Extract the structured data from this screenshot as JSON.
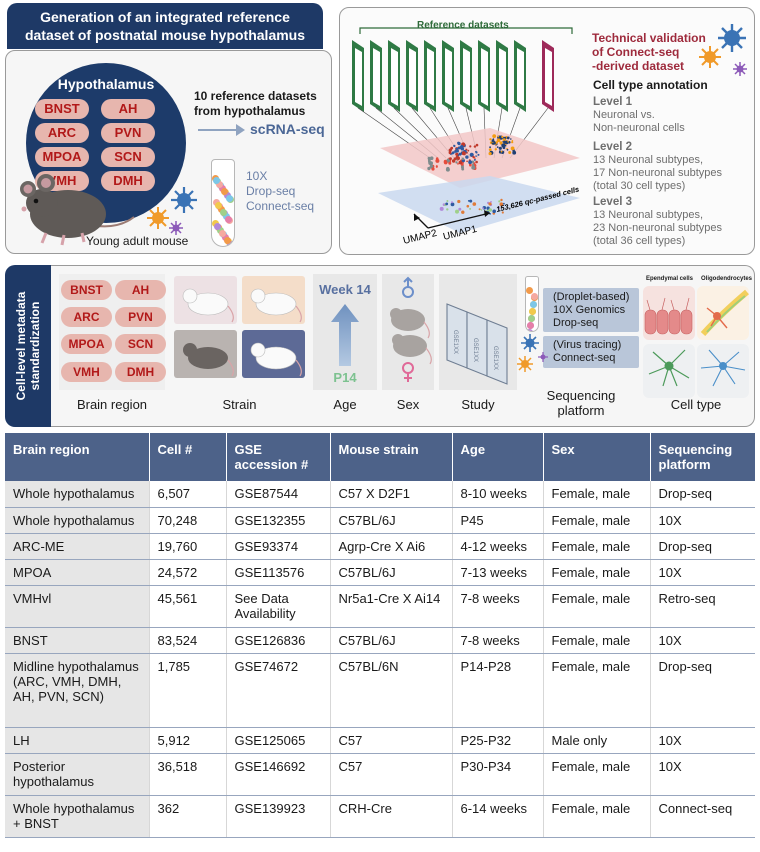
{
  "top_left": {
    "title_line1": "Generation of an integrated reference",
    "title_line2": "dataset of postnatal mouse hypothalamus",
    "hypothalamus_label": "Hypothalamus",
    "regions": [
      "BNST",
      "AH",
      "ARC",
      "PVN",
      "MPOA",
      "SCN",
      "VMH",
      "DMH"
    ],
    "ref_line1": "10 reference datasets",
    "ref_line2": "from hypothalamus",
    "scrna_label": "scRNA-seq",
    "platforms": [
      "10X",
      "Drop-seq",
      "Connect-seq"
    ],
    "mouse_caption": "Young adult mouse"
  },
  "top_right": {
    "ref_datasets_label": "Reference datasets",
    "tech_validation_line1": "Technical validation",
    "tech_validation_line2": "of Connect-seq",
    "tech_validation_line3": "-derived dataset",
    "annotation_title": "Cell type annotation",
    "levels": [
      {
        "title": "Level 1",
        "lines": [
          "Neuronal vs.",
          "Non-neuronal cells"
        ]
      },
      {
        "title": "Level 2",
        "lines": [
          "13 Neuronal subtypes,",
          "17 Non-neuronal subtypes",
          "(total 30 cell types)"
        ]
      },
      {
        "title": "Level 3",
        "lines": [
          "13 Neuronal subtypes,",
          "23 Non-neuronal subtypes",
          "(total 36 cell types)"
        ]
      }
    ],
    "umap1": "UMAP1",
    "umap2": "UMAP2",
    "cells_label": "153,626 qc-passed cells",
    "gse_label": "GSE1XX"
  },
  "middle": {
    "side_line1": "Cell-level metadata",
    "side_line2": "standardization",
    "regions": [
      "BNST",
      "AH",
      "ARC",
      "PVN",
      "MPOA",
      "SCN",
      "VMH",
      "DMH"
    ],
    "age_top": "Week 14",
    "age_bottom": "P14",
    "seq_line1": "(Droplet-based)",
    "seq_line2": "10X Genomics",
    "seq_line3": "Drop-seq",
    "seq_line4": "(Virus tracing)",
    "seq_line5": "Connect-seq",
    "ependymal_label": "Ependymal cells",
    "oligo_label": "Oligodendrocytes",
    "captions": {
      "brain_region": "Brain region",
      "strain": "Strain",
      "age": "Age",
      "sex": "Sex",
      "study": "Study",
      "seq_line1": "Sequencing",
      "seq_line2": "platform",
      "cell_type": "Cell type"
    }
  },
  "table": {
    "headers": [
      "Brain region",
      "Cell #",
      "GSE accession #",
      "Mouse strain",
      "Age",
      "Sex",
      "Sequencing platform"
    ],
    "rows": [
      [
        "Whole hypothalamus",
        "6,507",
        "GSE87544",
        "C57 X D2F1",
        "8-10 weeks",
        "Female, male",
        "Drop-seq"
      ],
      [
        "Whole hypothalamus",
        "70,248",
        "GSE132355",
        "C57BL/6J",
        "P45",
        "Female, male",
        "10X"
      ],
      [
        "ARC-ME",
        "19,760",
        "GSE93374",
        "Agrp-Cre X Ai6",
        "4-12 weeks",
        "Female, male",
        "Drop-seq"
      ],
      [
        "MPOA",
        "24,572",
        "GSE113576",
        "C57BL/6J",
        "7-13 weeks",
        "Female, male",
        "10X"
      ],
      [
        "VMHvl",
        "45,561",
        "See Data Availability",
        "Nr5a1-Cre X Ai14",
        "7-8 weeks",
        "Female, male",
        "Retro-seq"
      ],
      [
        "BNST",
        "83,524",
        "GSE126836",
        "C57BL/6J",
        "7-8 weeks",
        "Female, male",
        "10X"
      ],
      [
        "Midline hypothalamus (ARC, VMH, DMH, AH, PVN, SCN)",
        "1,785",
        "GSE74672",
        "C57BL/6N",
        "P14-P28",
        "Female, male",
        "Drop-seq"
      ],
      [
        "LH",
        "5,912",
        "GSE125065",
        "C57",
        "P25-P32",
        "Male only",
        "10X"
      ],
      [
        "Posterior hypothalamus",
        "36,518",
        "GSE146692",
        "C57",
        "P30-P34",
        "Female, male",
        "10X"
      ],
      [
        "Whole hypothalamus + BNST",
        "362",
        "GSE139923",
        "CRH-Cre",
        "6-14 weeks",
        "Female, male",
        "Connect-seq"
      ]
    ]
  },
  "colors": {
    "navy": "#1e3966",
    "pill_bg": "#e7b6ae",
    "pill_text": "#b21919",
    "table_header": "#4d6289",
    "green": "#2f6b3a",
    "maroon": "#9e2a3c"
  }
}
